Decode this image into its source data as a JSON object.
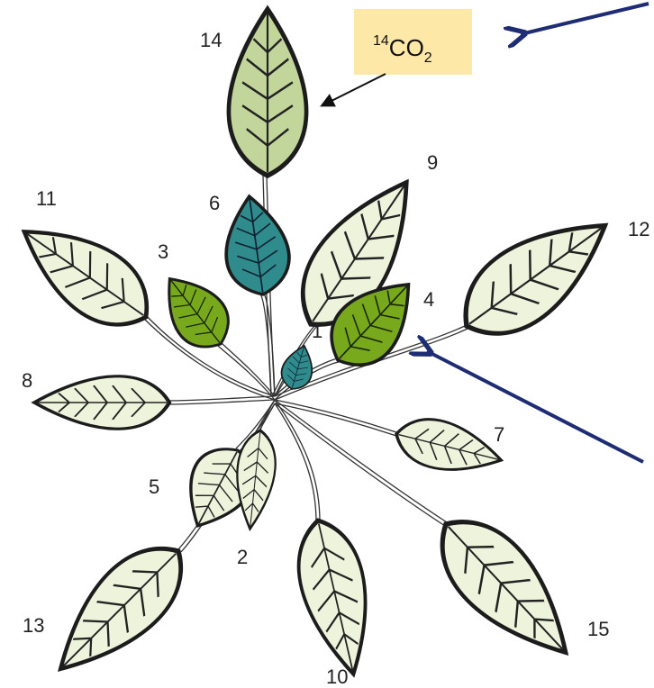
{
  "labels": {
    "l1": "1",
    "l2": "2",
    "l3": "3",
    "l4": "4",
    "l5": "5",
    "l6": "6",
    "l7": "7",
    "l8": "8",
    "l9": "9",
    "l10": "10",
    "l11": "11",
    "l12": "12",
    "l13": "13",
    "l14": "14",
    "l15": "15"
  },
  "source_box": {
    "isotope": "14",
    "molecule": "CO",
    "subscript": "2"
  },
  "colors": {
    "pale_leaf": "#eef3dc",
    "source_leaf": "#c2d59b",
    "dark_teal_leaf": "#2f8b8c",
    "bright_green_leaf": "#78a91d",
    "label_box": "#fde8a8",
    "arrow_blue": "#1d2c73"
  }
}
